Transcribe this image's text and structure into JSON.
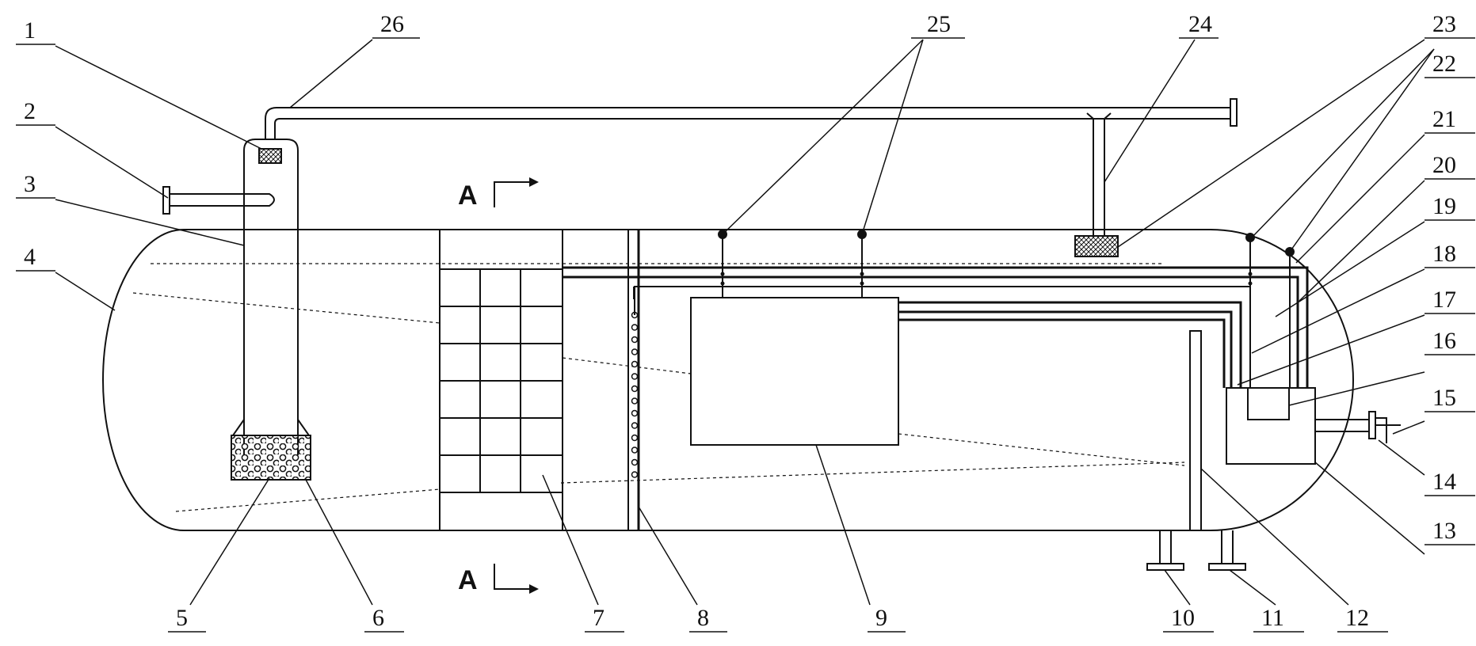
{
  "section_marker": {
    "top": "A",
    "bottom": "A"
  },
  "labels": [
    "1",
    "2",
    "3",
    "4",
    "5",
    "6",
    "7",
    "8",
    "9",
    "10",
    "11",
    "12",
    "13",
    "14",
    "15",
    "16",
    "17",
    "18",
    "19",
    "20",
    "21",
    "22",
    "23",
    "24",
    "25",
    "26"
  ]
}
